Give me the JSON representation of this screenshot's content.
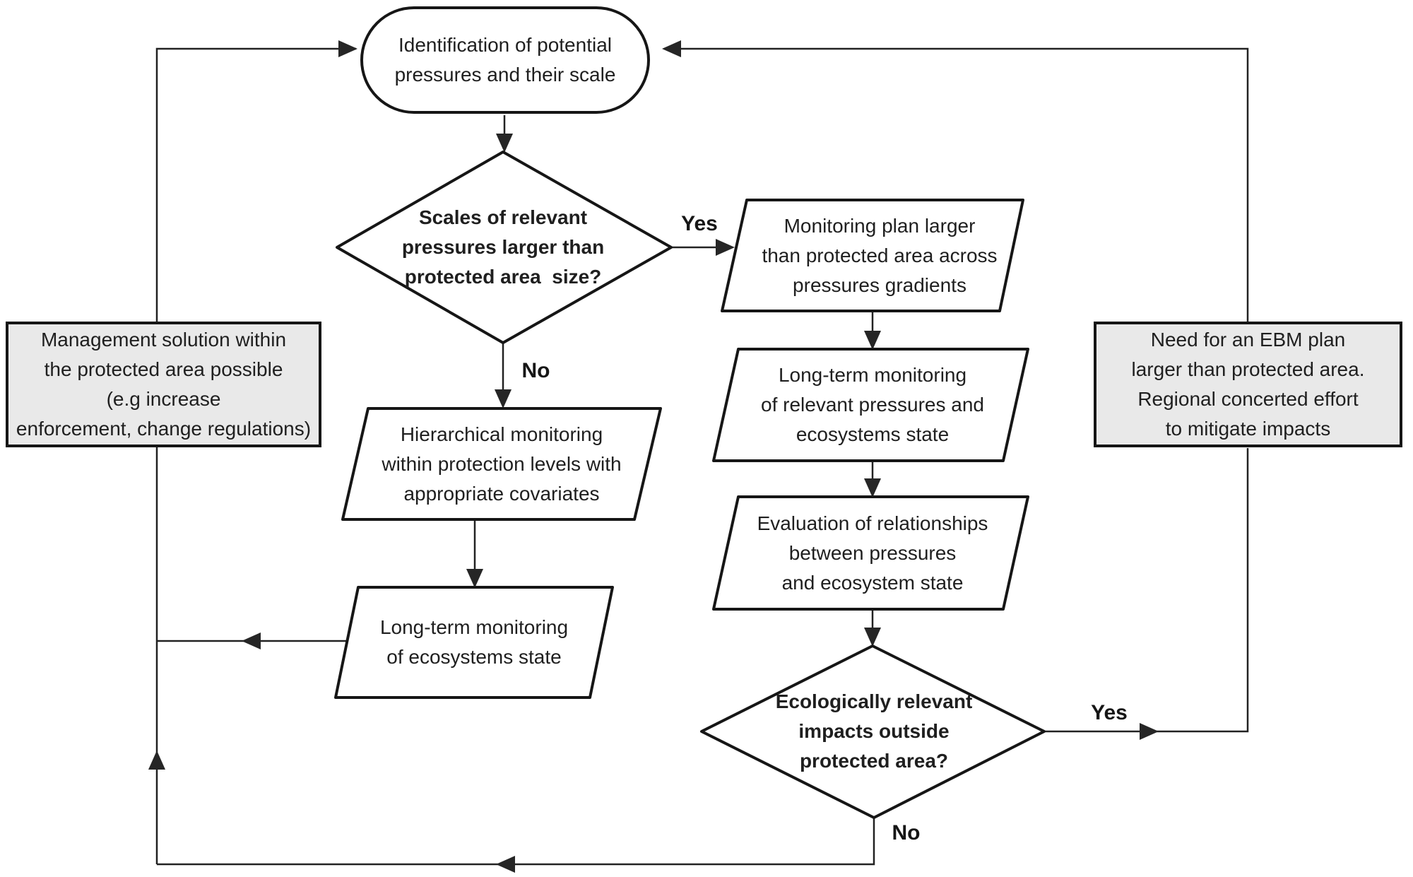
{
  "diagram": {
    "colors": {
      "node_fill": "#ffffff",
      "highlight_fill": "#e9e9e9",
      "border": "#1a1a1a",
      "line": "#222222",
      "text": "#1f1f1f"
    },
    "nodes": {
      "identification": {
        "type": "terminator",
        "label": "Identification of potential\npressures and their scale"
      },
      "scales_decision": {
        "type": "decision",
        "label": "Scales of relevant\npressures larger than\nprotected area  size?"
      },
      "monitoring_plan": {
        "type": "parallelogram",
        "label": "Monitoring plan larger\nthan protected area across\npressures gradients"
      },
      "longterm_pressures": {
        "type": "parallelogram",
        "label": "Long-term monitoring\nof relevant pressures and\necosystems state"
      },
      "evaluation": {
        "type": "parallelogram",
        "label": "Evaluation of relationships\nbetween pressures\nand ecosystem state"
      },
      "impacts_decision": {
        "type": "decision",
        "label": "Ecologically relevant\nimpacts outside\nprotected area?"
      },
      "hierarchical": {
        "type": "parallelogram",
        "label": "Hierarchical monitoring\nwithin protection levels with\nappropriate covariates"
      },
      "longterm_ecosystems": {
        "type": "parallelogram",
        "label": "Long-term monitoring\nof ecosystems state"
      },
      "management_solution": {
        "type": "highlight-box",
        "label": "Management solution within\nthe protected area possible\n(e.g increase\nenforcement, change regulations)"
      },
      "ebm_plan": {
        "type": "highlight-box",
        "label": "Need for an EBM plan\nlarger than protected area.\nRegional concerted effort\nto mitigate impacts"
      }
    },
    "edge_labels": {
      "scales_yes": "Yes",
      "scales_no": "No",
      "impacts_yes": "Yes",
      "impacts_no": "No"
    }
  }
}
